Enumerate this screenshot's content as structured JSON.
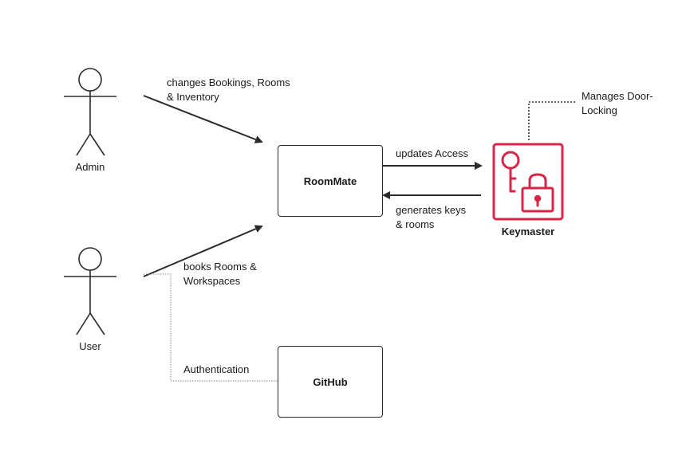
{
  "actors": {
    "admin": "Admin",
    "user": "User"
  },
  "systems": {
    "roommate": "RoomMate",
    "github": "GitHub",
    "keymaster": "Keymaster"
  },
  "edges": {
    "admin_to_roommate": [
      "changes Bookings, Rooms",
      "& Inventory"
    ],
    "user_to_roommate": [
      "books Rooms &",
      "Workspaces"
    ],
    "roommate_to_keymaster": "updates Access",
    "keymaster_to_roommate": [
      "generates keys",
      "& rooms"
    ],
    "user_to_github": "Authentication"
  },
  "notes": {
    "keymaster": [
      "Manages Door-",
      "Locking"
    ]
  },
  "colors": {
    "keymaster_icon": "#d7264a",
    "lines": "#2b2b2b"
  },
  "icons": {
    "keymaster": "key-lock-icon",
    "actor": "stick-figure-icon"
  }
}
